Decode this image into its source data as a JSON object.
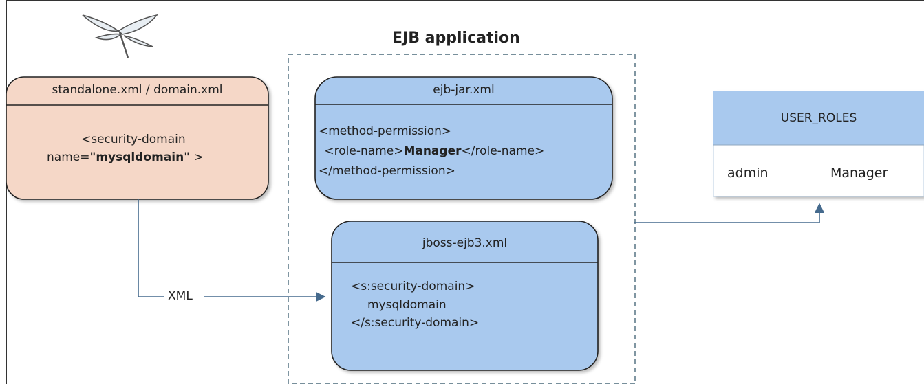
{
  "app_title": "EJB application",
  "standalone_box": {
    "title": "standalone.xml / domain.xml",
    "line1": "<security-domain",
    "line2_prefix": "name=",
    "line2_value": "\"mysqldomain\"",
    "line2_suffix": " >"
  },
  "ejb_jar_box": {
    "title": "ejb-jar.xml",
    "line1": "<method-permission>",
    "line2_prefix": " <role-name>",
    "line2_value": "Manager",
    "line2_suffix": "</role-name>",
    "line3": "</method-permission>"
  },
  "jboss_box": {
    "title": "jboss-ejb3.xml",
    "line1": "<s:security-domain>",
    "line2": "mysqldomain",
    "line3": "</s:security-domain>"
  },
  "user_roles_table": {
    "title": "USER_ROLES",
    "cell_user": "admin",
    "cell_role": "Manager"
  },
  "connector_label": "XML",
  "icon": "wildfly-logo-icon",
  "colors": {
    "standalone_fill": "#f5d7c7",
    "ejb_fill": "#a9c9ee",
    "table_header_fill": "#a9c9ee",
    "arrow": "#456a8d"
  }
}
